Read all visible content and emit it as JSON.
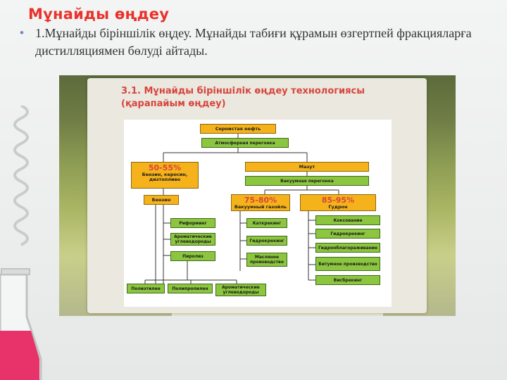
{
  "slide": {
    "title": "Мұнайды өңдеу",
    "bullet": "1.Мұнайды біріншілік өңдеу. Мұнайды табиғи құрамын өзгертпей фракцияларға дистилляциямен бөлуді айтады."
  },
  "diagram": {
    "title_line1": "3.1. Мұнайды біріншілік өңдеу технологиясы",
    "title_line2": "(қарапайым өңдеу)",
    "nodes": {
      "sour_oil": "Сернистая нефть",
      "atm_distill": "Атмосферная перегонка",
      "light_pct": "50-55%",
      "light_desc": "Бензин, керосин, дизтопливо",
      "mazut": "Мазут",
      "vac_distill": "Вакуумная перегонка",
      "gasoline": "Бензин",
      "reforming": "Риформинг",
      "aromatic_hc": "Ароматические углеводороды",
      "pyrolysis": "Пиролиз",
      "polyethylene": "Полиэтилен",
      "polypropylene": "Полипропилен",
      "aromatic_hc2": "Ароматические углеводороды",
      "vgo_pct": "75-80%",
      "vgo_desc": "Вакуумный газойль",
      "cat_cracking": "Каткрекинг",
      "hydrocracking": "Гидрокрекинг",
      "lube_oil": "Масляное производство",
      "tar_pct": "85-95%",
      "tar_desc": "Гудрон",
      "coking": "Коксование",
      "hydrocracking2": "Гидрокрекинг",
      "hydrodesulf": "Гидрооблагораживание",
      "bitumen": "Битумное производство",
      "visbreaking": "Висбрекинг"
    }
  },
  "colors": {
    "title_red": "#e8322b",
    "node_orange": "#f5b21b",
    "node_green": "#8cc63f"
  }
}
